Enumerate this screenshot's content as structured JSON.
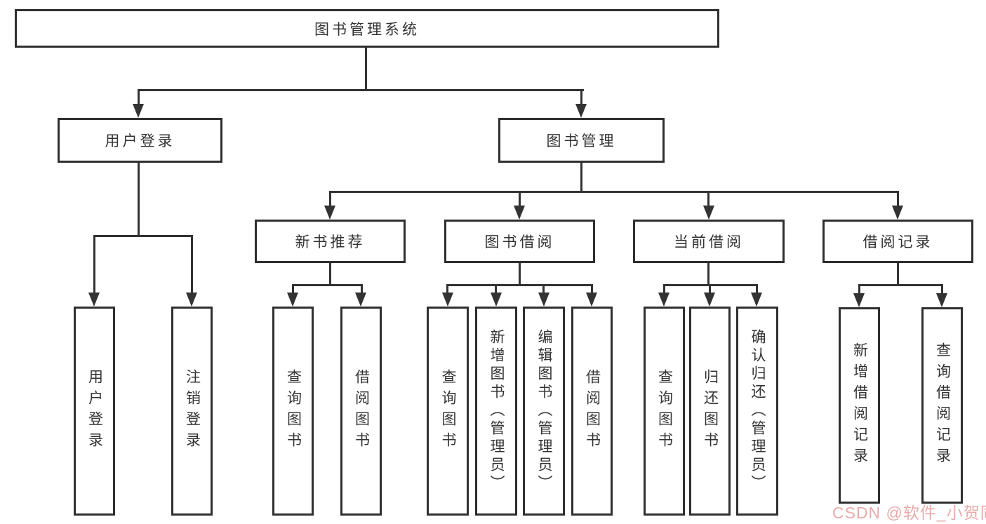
{
  "diagram_type": "hierarchy-tree",
  "tree": {
    "label": "图书管理系统",
    "children": [
      {
        "label": "用户登录",
        "children": [
          {
            "label": "用户登录"
          },
          {
            "label": "注销登录"
          }
        ]
      },
      {
        "label": "图书管理",
        "children": [
          {
            "label": "新书推荐",
            "children": [
              {
                "label": "查询图书"
              },
              {
                "label": "借阅图书"
              }
            ]
          },
          {
            "label": "图书借阅",
            "children": [
              {
                "label": "查询图书"
              },
              {
                "label": "新增图书（管理员）"
              },
              {
                "label": "编辑图书（管理员）"
              },
              {
                "label": "借阅图书"
              }
            ]
          },
          {
            "label": "当前借阅",
            "children": [
              {
                "label": "查询图书"
              },
              {
                "label": "归还图书"
              },
              {
                "label": "确认归还（管理员）"
              }
            ]
          },
          {
            "label": "借阅记录",
            "children": [
              {
                "label": "新增借阅记录"
              },
              {
                "label": "查询借阅记录"
              }
            ]
          }
        ]
      }
    ]
  },
  "watermark": {
    "text": "CSDN @软件_小贺同学",
    "color": "#e59c9c"
  },
  "colors": {
    "line": "#333333",
    "border": "#2f2f2f",
    "text": "#333333",
    "background": "#ffffff"
  }
}
